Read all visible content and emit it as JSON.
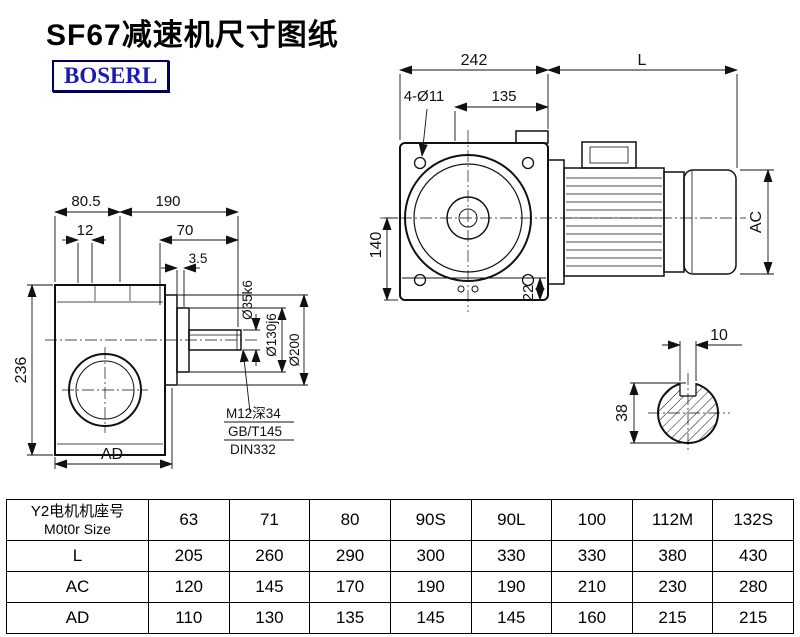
{
  "page": {
    "title": "SF67减速机尺寸图纸",
    "logo": "BOSERL"
  },
  "front_view": {
    "dim_housing_width": "242",
    "dim_motor_length": "L",
    "dim_holes": "4-Ø11",
    "dim_flange_offset": "135",
    "dim_center_height": "140",
    "dim_foot": "22",
    "dim_motor_diameter": "AC"
  },
  "side_view": {
    "dim_top_left": "80.5",
    "dim_top_right": "190",
    "dim_step": "12",
    "dim_shaft_length": "70",
    "dim_gap": "3.5",
    "dim_height": "236",
    "dim_bottom": "AD",
    "dim_shaft_diameter": "Ø35k6",
    "dim_spigot_diameter": "Ø130j6",
    "dim_flange_diameter": "Ø200",
    "note_tap": "M12深34",
    "note_standard": "GB/T145",
    "note_din": "DIN332"
  },
  "shaft_view": {
    "dim_keyway_width": "10",
    "dim_across_flats": "38"
  },
  "table": {
    "header_col": {
      "line1": "Y2电机机座号",
      "line2": "M0t0r Size"
    },
    "motor_sizes": [
      "63",
      "71",
      "80",
      "90S",
      "90L",
      "100",
      "112M",
      "132S"
    ],
    "rows": [
      {
        "label": "L",
        "values": [
          "205",
          "260",
          "290",
          "300",
          "330",
          "330",
          "380",
          "430"
        ]
      },
      {
        "label": "AC",
        "values": [
          "120",
          "145",
          "170",
          "190",
          "190",
          "210",
          "230",
          "280"
        ]
      },
      {
        "label": "AD",
        "values": [
          "110",
          "130",
          "135",
          "145",
          "145",
          "160",
          "215",
          "215"
        ]
      }
    ]
  }
}
